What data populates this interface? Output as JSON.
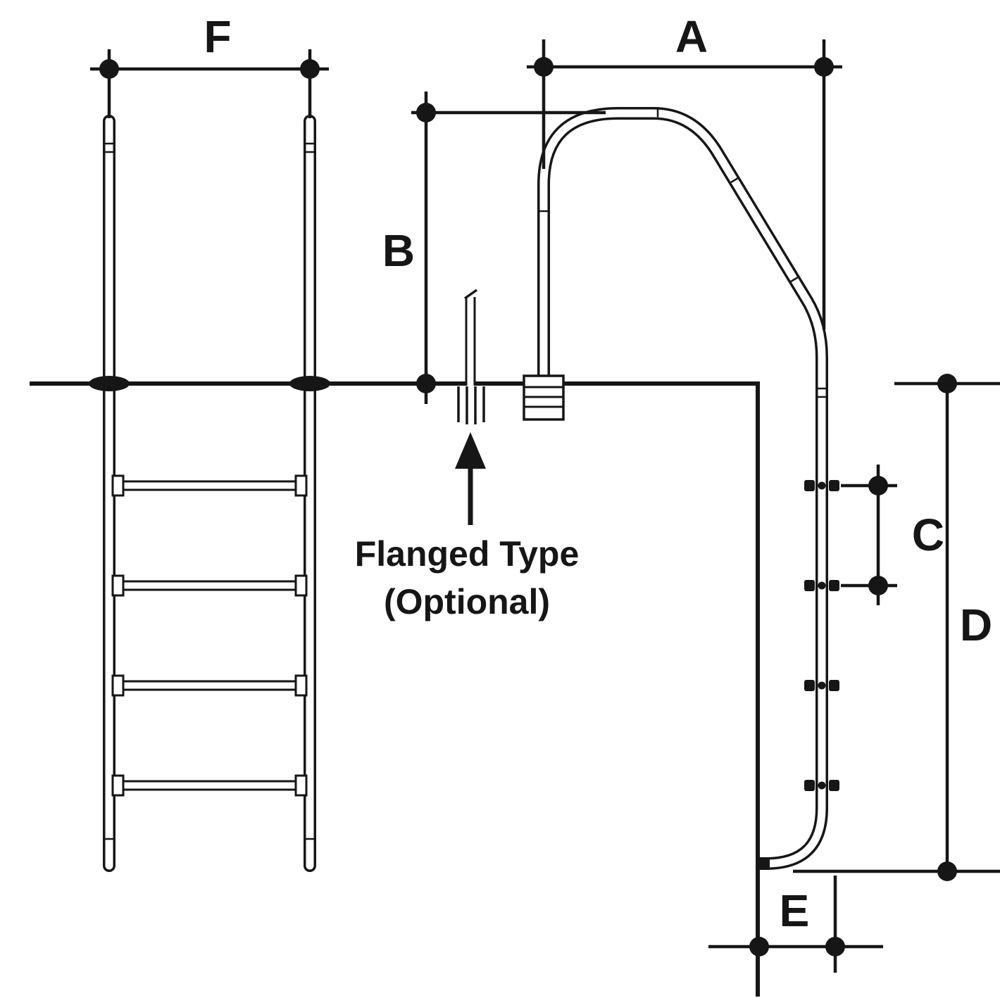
{
  "colors": {
    "background": "#ffffff",
    "ink": "#161616"
  },
  "dimensions": {
    "F": "F",
    "A": "A",
    "B": "B",
    "C": "C",
    "D": "D",
    "E": "E"
  },
  "annotation": {
    "line1": "Flanged Type",
    "line2": "(Optional)"
  }
}
